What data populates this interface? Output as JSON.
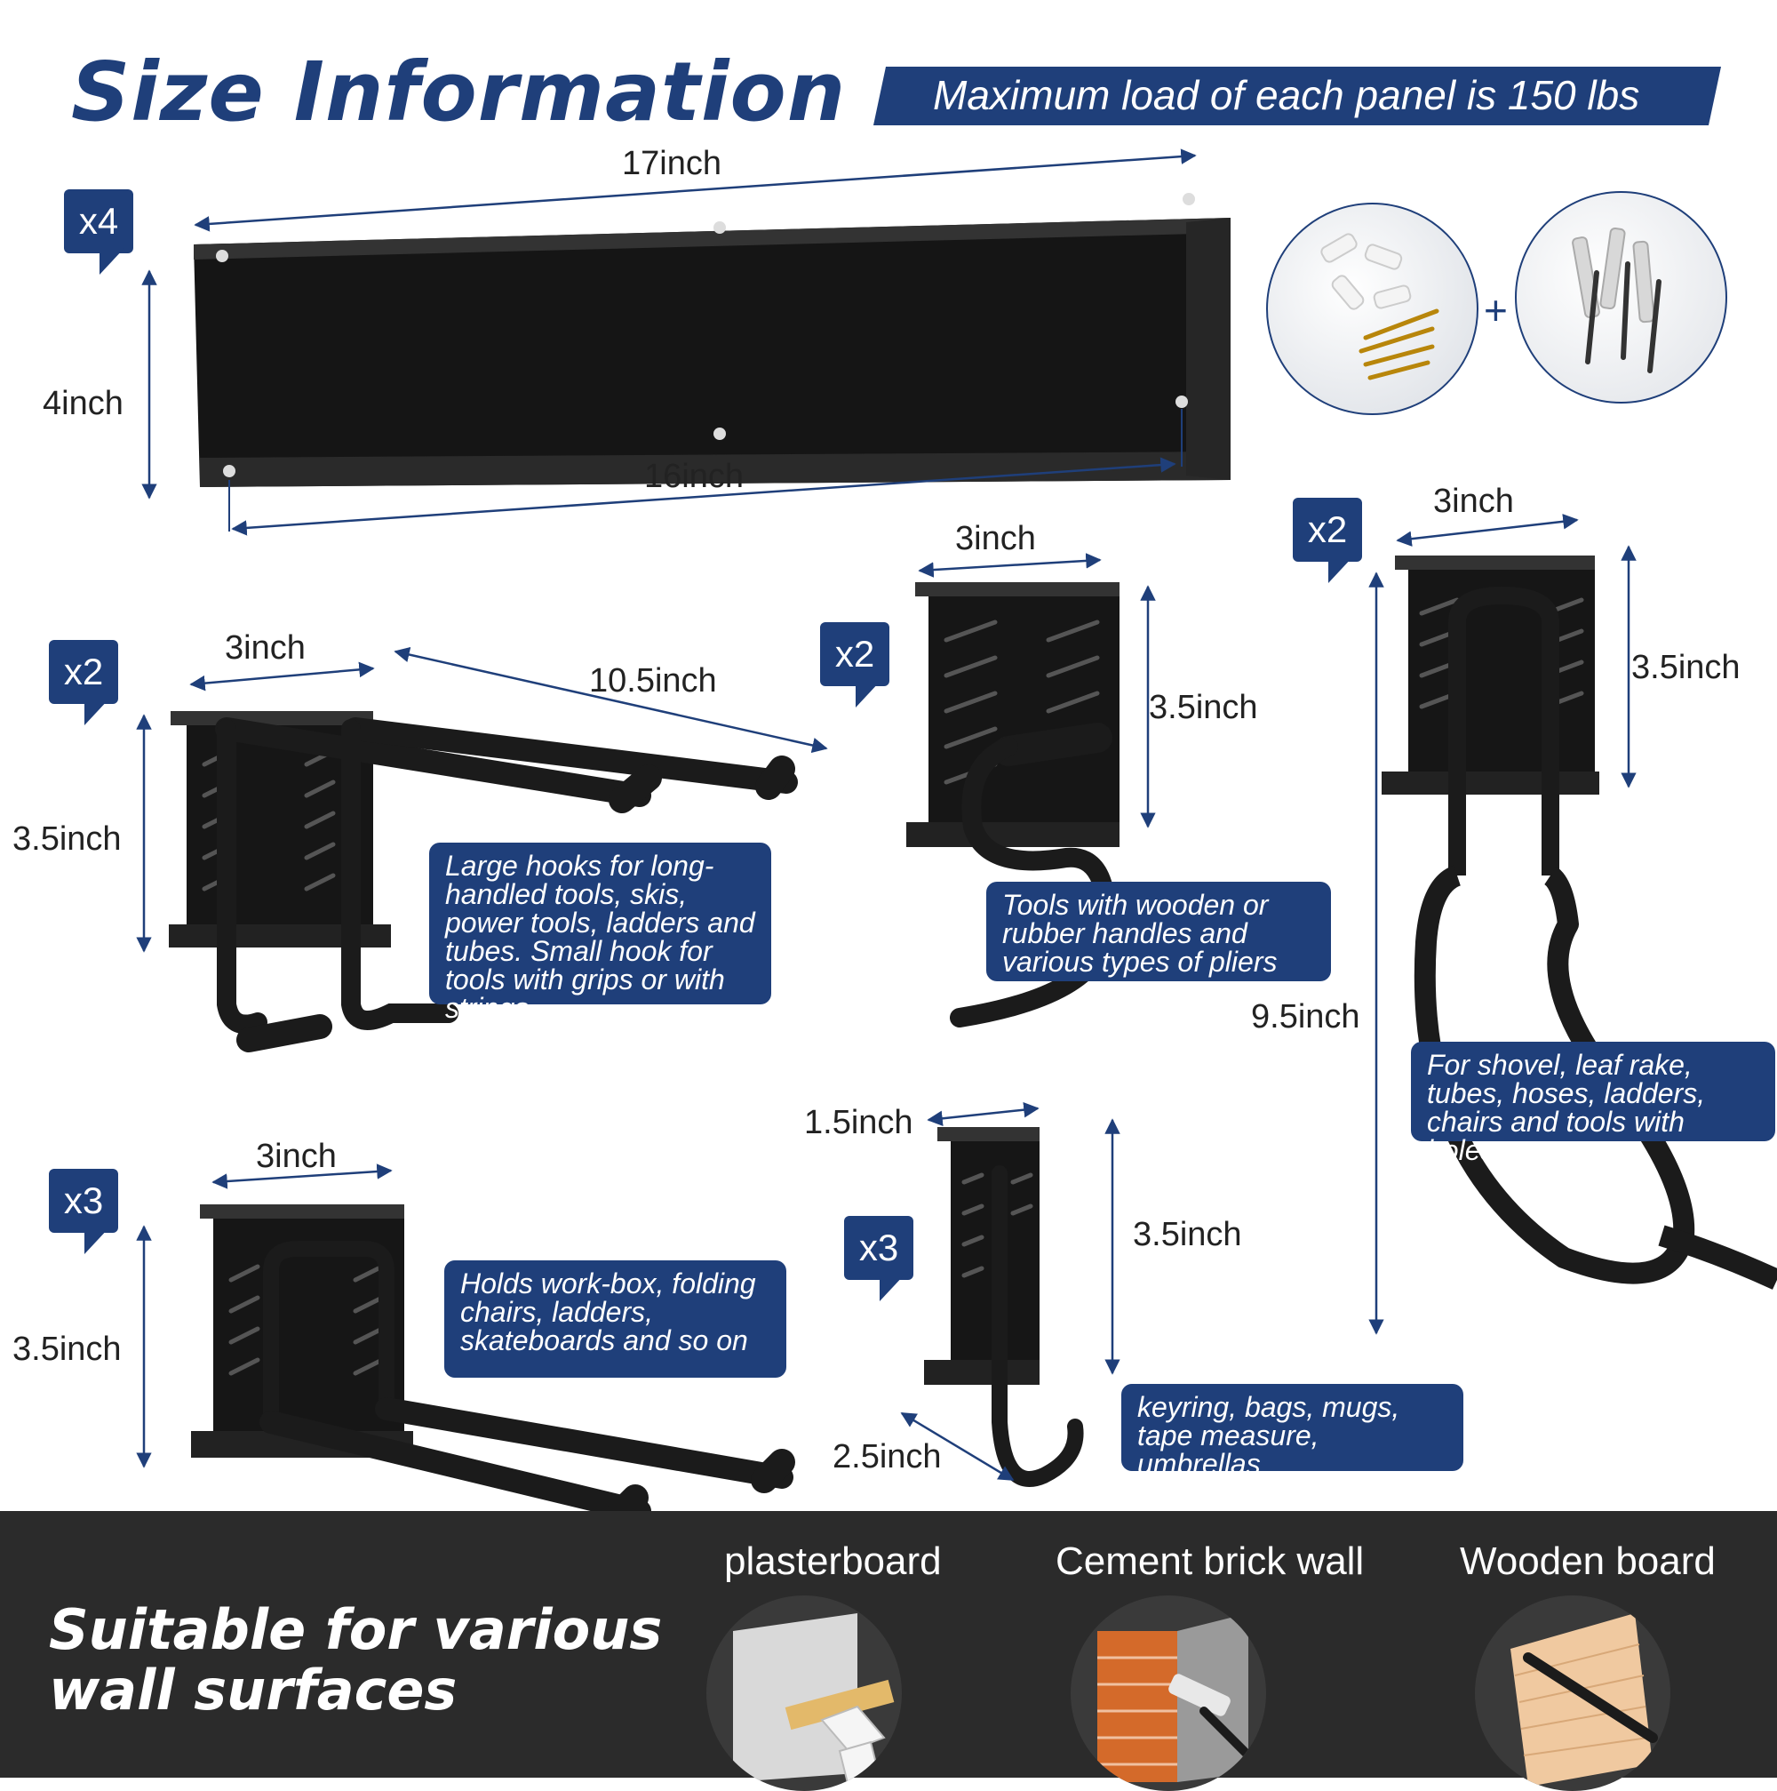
{
  "header": {
    "title": "Size Information",
    "banner": "Maximum load of each panel is 150 lbs"
  },
  "panel": {
    "quantity": "x4",
    "length_top": "17inch",
    "length_bottom": "16inch",
    "height": "4inch"
  },
  "hooks": {
    "double_large": {
      "quantity": "x2",
      "width": "3inch",
      "length": "10.5inch",
      "height": "3.5inch",
      "description": "Large hooks for long-handled tools, skis, power tools, ladders and tubes. Small hook for tools with grips or with strings"
    },
    "s_hook": {
      "quantity": "x2",
      "width": "3inch",
      "height": "3.5inch",
      "description": "Tools with wooden or rubber handles and various types of pliers"
    },
    "loop_hook": {
      "quantity": "x2",
      "width": "3inch",
      "height": "3.5inch",
      "length": "9.5inch",
      "description": "For shovel, leaf rake, tubes, hoses, ladders, chairs and tools with holes"
    },
    "u_hook": {
      "quantity": "x3",
      "width": "3inch",
      "height": "3.5inch",
      "description": "Holds work-box, folding chairs, ladders, skateboards and so on"
    },
    "j_hook": {
      "quantity": "x3",
      "width": "1.5inch",
      "height": "3.5inch",
      "depth": "2.5inch",
      "description": "keyring, bags, mugs, tape measure, umbrellas"
    }
  },
  "hardware": {
    "plus": "+"
  },
  "surfaces": {
    "heading": "Suitable for various wall surfaces",
    "items": [
      "plasterboard",
      "Cement brick wall",
      "Wooden board"
    ]
  },
  "colors": {
    "brand_blue": "#1f3f7a",
    "dark_bg": "#2b2b2b",
    "product_black": "#1b1b1b"
  }
}
